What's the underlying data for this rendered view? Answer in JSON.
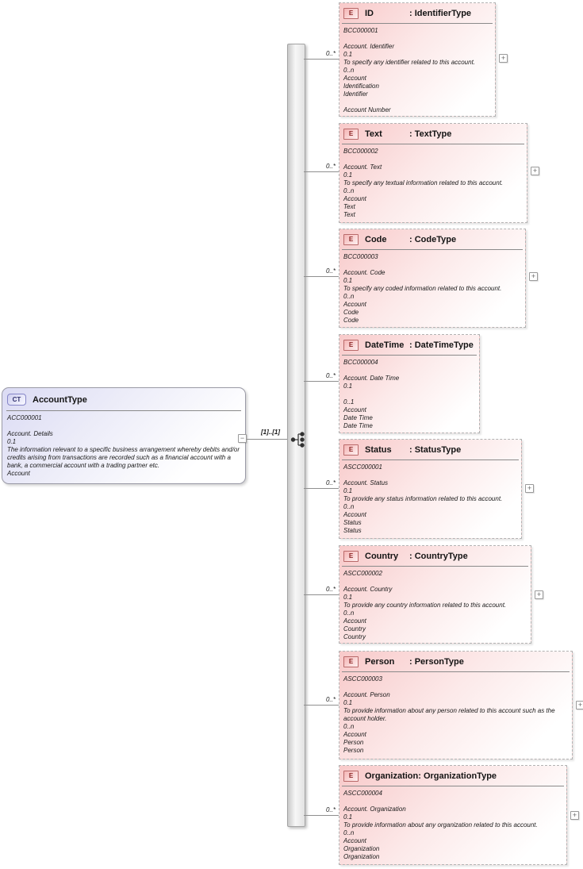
{
  "diagram": {
    "element_icon": "E",
    "expand_glyph": "+",
    "collapse_glyph": "−",
    "colors": {
      "element_fill": "#f8c9c9",
      "root_fill": "#dbdbf4",
      "element_icon_border": "#b96a6a",
      "root_icon_border": "#8686c8",
      "line": "#8f8f8f"
    },
    "root": {
      "icon": "CT",
      "title": "AccountType",
      "code": "ACC000001",
      "entry_name": "Account. Details",
      "version": "0.1",
      "definition": "The information relevant to a specific business arrangement whereby debits and/or credits arising from transactions are recorded such as a financial account with a bank, a commercial account with a trading partner etc.",
      "object_class": "Account",
      "occurs_label": "[1]..[1]"
    },
    "elements": [
      {
        "name": "ID",
        "type_label": ": IdentifierType",
        "code": "BCC000001",
        "entry_name": "Account. Identifier",
        "version": "0.1",
        "definition": "To specify any identifier related to this account.",
        "cardinality": "0..n",
        "object_class": "Account",
        "property_term": "Identification",
        "representation_term": "Identifier",
        "business_term": "Account Number",
        "occurs": "0..*"
      },
      {
        "name": "Text",
        "type_label": ": TextType",
        "code": "BCC000002",
        "entry_name": "Account. Text",
        "version": "0.1",
        "definition": "To specify any textual information related to this account.",
        "cardinality": "0..n",
        "object_class": "Account",
        "property_term": "Text",
        "representation_term": "Text",
        "occurs": "0..*"
      },
      {
        "name": "Code",
        "type_label": ": CodeType",
        "code": "BCC000003",
        "entry_name": "Account. Code",
        "version": "0.1",
        "definition": "To specify any coded information related to this account.",
        "cardinality": "0..n",
        "object_class": "Account",
        "property_term": "Code",
        "representation_term": "Code",
        "occurs": "0..*"
      },
      {
        "name": "DateTime",
        "type_label": ": DateTimeType",
        "code": "BCC000004",
        "entry_name": "Account. Date Time",
        "version": "0.1",
        "definition": "",
        "cardinality": "0..1",
        "object_class": "Account",
        "property_term": "Date Time",
        "representation_term": "Date Time",
        "occurs": "0..*"
      },
      {
        "name": "Status",
        "type_label": ": StatusType",
        "code": "ASCC000001",
        "entry_name": "Account. Status",
        "version": "0.1",
        "definition": "To provide any status information related to this account.",
        "cardinality": "0..n",
        "object_class": "Account",
        "property_term": "Status",
        "representation_term": "Status",
        "occurs": "0..*"
      },
      {
        "name": "Country",
        "type_label": ": CountryType",
        "code": "ASCC000002",
        "entry_name": "Account. Country",
        "version": "0.1",
        "definition": "To provide any country information related to this account.",
        "cardinality": "0..n",
        "object_class": "Account",
        "property_term": "Country",
        "representation_term": "Country",
        "occurs": "0..*"
      },
      {
        "name": "Person",
        "type_label": ": PersonType",
        "code": "ASCC000003",
        "entry_name": "Account. Person",
        "version": "0.1",
        "definition": "To provide information about any person related to this account such as the account holder.",
        "cardinality": "0..n",
        "object_class": "Account",
        "property_term": "Person",
        "representation_term": "Person",
        "occurs": "0..*"
      },
      {
        "name": "Organization",
        "type_label": ": OrganizationType",
        "code": "ASCC000004",
        "entry_name": "Account. Organization",
        "version": "0.1",
        "definition": "To provide information about any organization related to this account.",
        "cardinality": "0..n",
        "object_class": "Account",
        "property_term": "Organization",
        "representation_term": "Organization",
        "occurs": "0..*"
      }
    ]
  }
}
